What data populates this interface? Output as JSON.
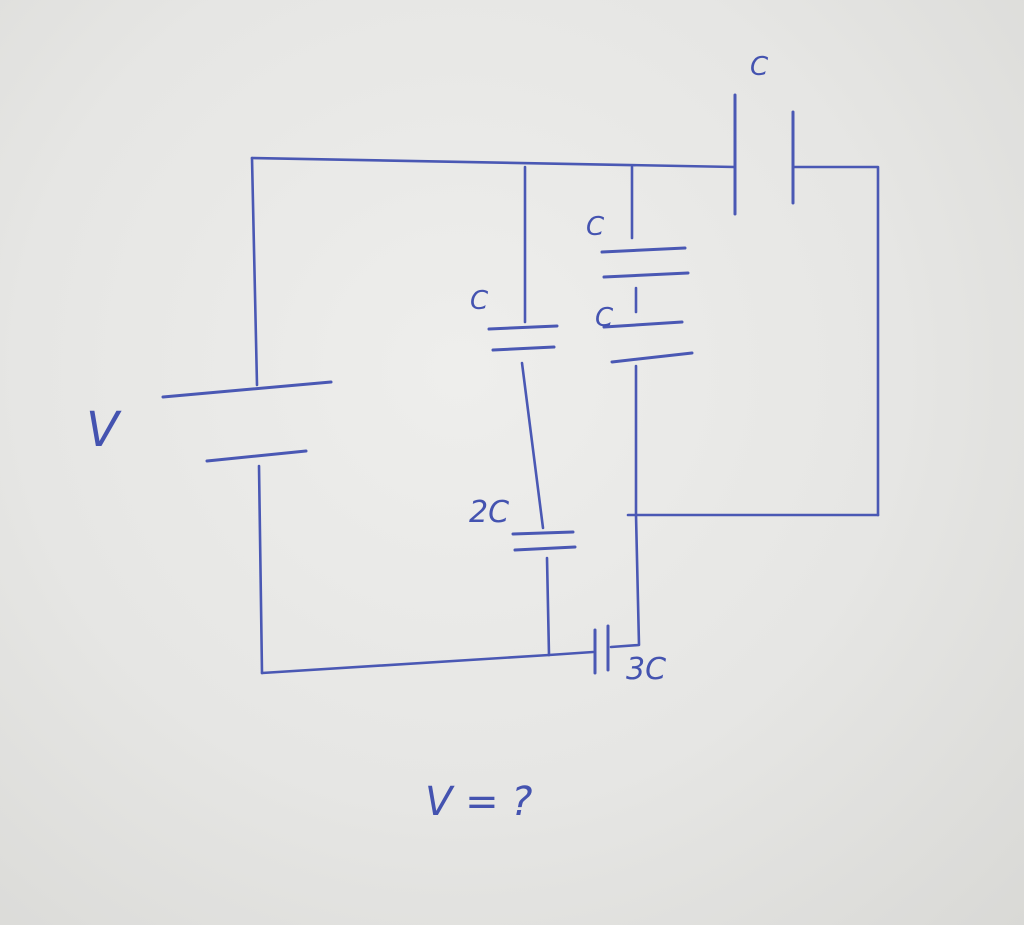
{
  "labels": {
    "source_voltage": "V",
    "cap_top_series": "C",
    "cap_top_branch": "C",
    "cap_middle_branch": "C",
    "cap_left_branch": "C",
    "cap_2c": "2C",
    "cap_3c": "3C",
    "question": "V = ?"
  },
  "colors": {
    "ink": "#4a58b4",
    "paper": "#e6e6e4"
  }
}
